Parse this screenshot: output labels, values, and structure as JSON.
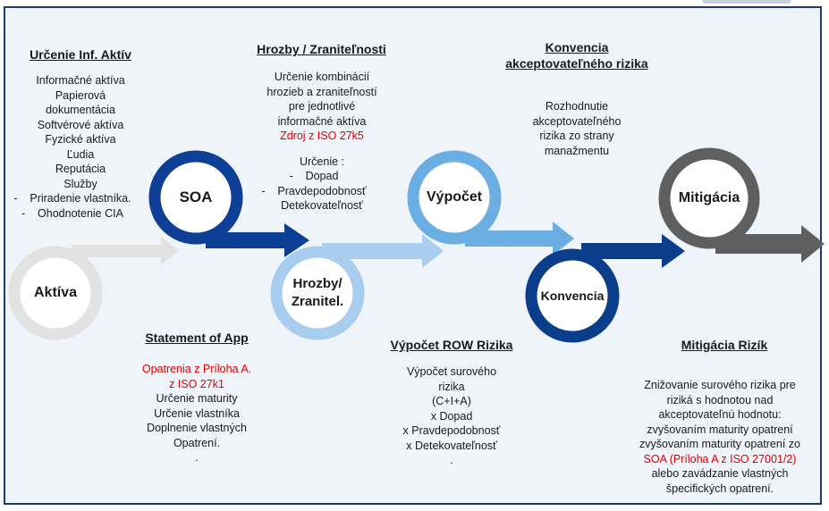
{
  "stages": {
    "aktiva": "Aktíva",
    "soa": "SOA",
    "hrozby_line1": "Hrozby/",
    "hrozby_line2": "Zranitel.",
    "vypocet": "Výpočet",
    "konvencia": "Konvencia",
    "mitigacia": "Mitigácia"
  },
  "urcenie": {
    "heading": "Určenie Inf. Aktív",
    "lines": [
      "Informačné aktíva",
      "Papierová",
      "dokumentácia",
      "Softvérové aktíva",
      "Fyzické aktíva",
      "Ľudia",
      "Reputácia",
      "Služby"
    ],
    "dashed": [
      "Priradenie vlastníka.",
      "Ohodnotenie CIA"
    ]
  },
  "hrozby": {
    "heading": "Hrozby / Zraniteľnosti",
    "lines": [
      "Určenie kombinácií",
      "hrozieb a zraniteľností",
      "pre jednotlivé",
      "informačné aktíva"
    ],
    "source": "Zdroj z ISO 27k5",
    "sub_title": "Určenie :",
    "dashed": [
      "Dopad",
      "Pravdepodobnosť",
      "Detekovateľnosť"
    ]
  },
  "konvencia": {
    "heading_line1": "Konvencia",
    "heading_line2": "akceptovateľného rizika",
    "lines": [
      "Rozhodnutie",
      "akceptovateľného",
      "rizika zo strany",
      "manažmentu"
    ]
  },
  "statement": {
    "heading": "Statement of App",
    "red_lines": [
      "Opatrenia z Príloha A.",
      "z ISO 27k1"
    ],
    "lines": [
      "Určenie maturity",
      "Určenie vlastníka",
      "Doplnenie vlastných",
      "Opatrení."
    ],
    "dot": "."
  },
  "vypocet": {
    "heading": "Výpočet ROW Rizika",
    "lines": [
      "Výpočet surového",
      "rizika",
      "(C+I+A)",
      "x Dopad",
      "x Pravdepodobnosť",
      "x Detekovateľnosť"
    ],
    "dot": "."
  },
  "mitigacia": {
    "heading": "Mitigácia Rizík",
    "lines": [
      "Znižovanie surového rizika pre",
      "riziká s hodnotou nad",
      "akceptovateľnú hodnotu:",
      "zvyšovaním maturity opatrení",
      "zvyšovaním maturity opatrení zo"
    ],
    "red_line": "SOA (Príloha A z ISO 27001/2)",
    "end_lines": [
      "alebo zavádzanie vlastných",
      "špecifických opatrení."
    ]
  },
  "colors": {
    "grey": "#e2e2e2",
    "dark_blue": "#0d3f96",
    "light_blue": "#a9cdee",
    "mid_blue": "#6aaee3",
    "navy": "#0a3d8a",
    "dark_grey": "#5f5f5f",
    "red": "#e00000"
  }
}
